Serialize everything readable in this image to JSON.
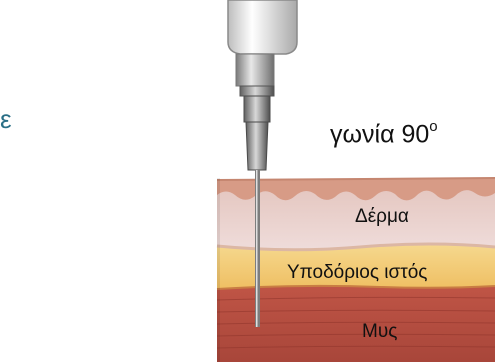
{
  "labels": {
    "cut_char": "ε",
    "angle_text": "γωνία 90",
    "angle_sup": "o",
    "skin": "Δέρμα",
    "subcutaneous": "Υποδόριος ιστός",
    "muscle": "Μυς"
  },
  "colors": {
    "skin_top": "#e7bfae",
    "skin_body": "#ecd6d2",
    "fat": "#f2c978",
    "muscle": "#b84b3e",
    "label_text": "#111111",
    "cut_text": "#2a6f86"
  },
  "icons": [
    "syringe-icon",
    "needle-icon"
  ]
}
